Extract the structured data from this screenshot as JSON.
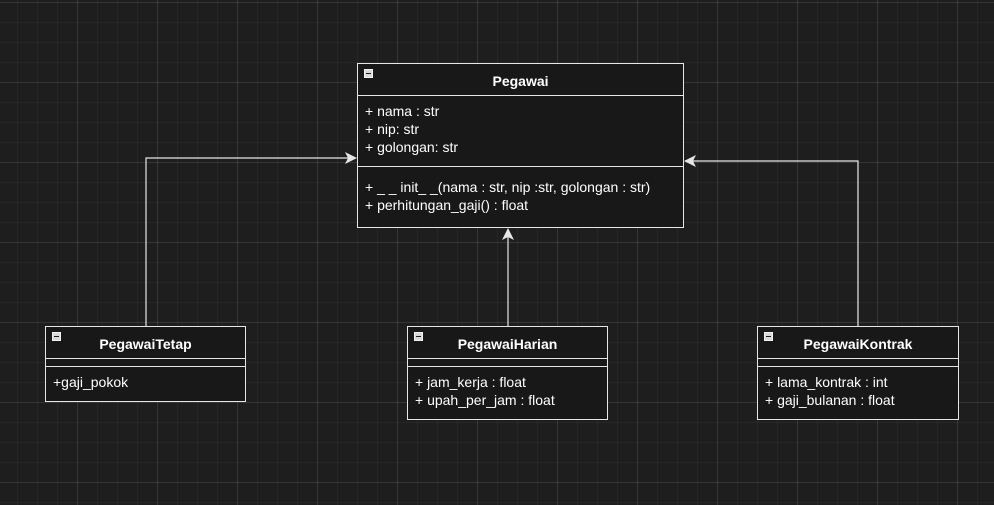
{
  "diagram": {
    "classes": {
      "pegawai": {
        "name": "Pegawai",
        "attributes": [
          "+ nama : str",
          "+ nip: str",
          "+ golongan: str"
        ],
        "methods": [
          "+ _ _ init_ _(nama : str, nip :str, golongan : str)",
          "+ perhitungan_gaji() : float"
        ]
      },
      "pegawai_tetap": {
        "name": "PegawaiTetap",
        "attributes": [],
        "methods": [
          "+gaji_pokok"
        ]
      },
      "pegawai_harian": {
        "name": "PegawaiHarian",
        "attributes": [],
        "methods": [
          "+ jam_kerja : float",
          "+ upah_per_jam : float"
        ]
      },
      "pegawai_kontrak": {
        "name": "PegawaiKontrak",
        "attributes": [],
        "methods": [
          "+ lama_kontrak : int",
          "+ gaji_bulanan : float"
        ]
      }
    },
    "relations": [
      {
        "type": "inheritance",
        "from": "PegawaiTetap",
        "to": "Pegawai"
      },
      {
        "type": "inheritance",
        "from": "PegawaiHarian",
        "to": "Pegawai"
      },
      {
        "type": "inheritance",
        "from": "PegawaiKontrak",
        "to": "Pegawai"
      }
    ],
    "colors": {
      "background": "#1e1e1e",
      "line": "#e6e6e6",
      "text": "#ffffff"
    }
  }
}
